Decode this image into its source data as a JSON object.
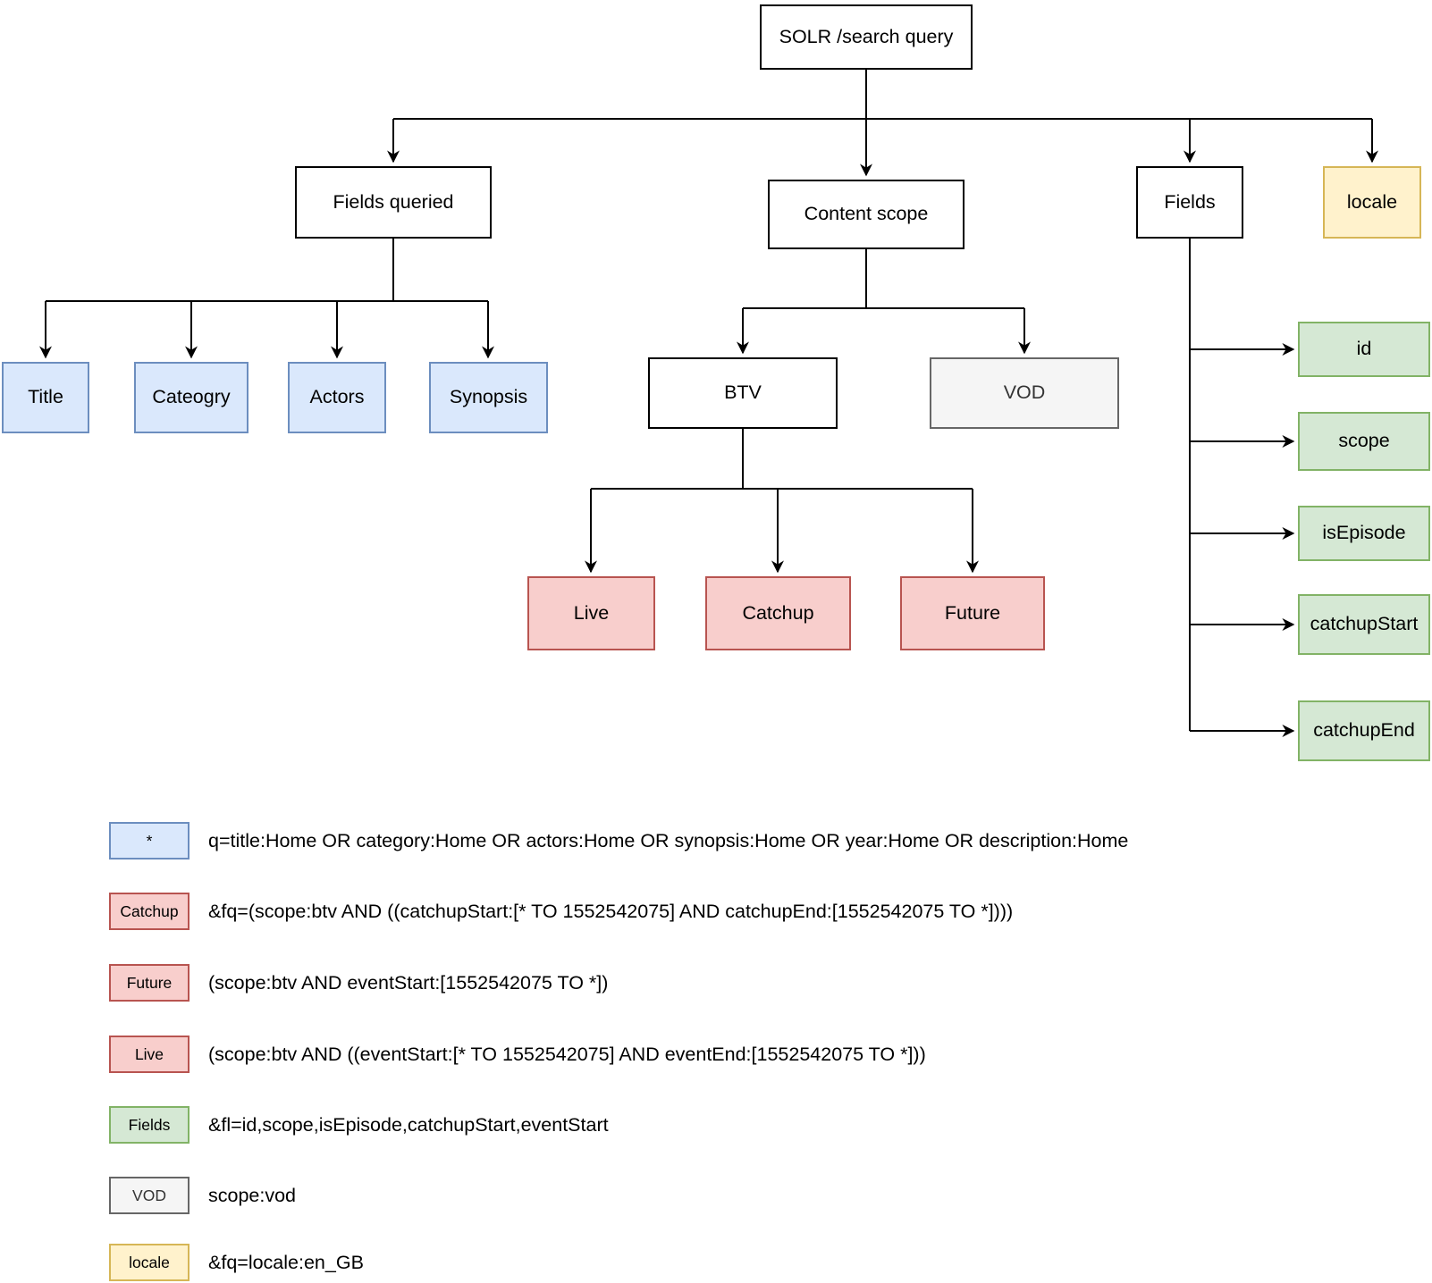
{
  "diagram": {
    "root": {
      "label": "SOLR /search query"
    },
    "branches": {
      "fields_queried": {
        "label": "Fields queried"
      },
      "content_scope": {
        "label": "Content scope"
      },
      "fields": {
        "label": "Fields"
      },
      "locale": {
        "label": "locale"
      }
    },
    "queried_fields": [
      {
        "label": "Title"
      },
      {
        "label": "Cateogry"
      },
      {
        "label": "Actors"
      },
      {
        "label": "Synopsis"
      }
    ],
    "scopes": {
      "btv": {
        "label": "BTV"
      },
      "vod": {
        "label": "VOD"
      }
    },
    "btv_modes": [
      {
        "label": "Live"
      },
      {
        "label": "Catchup"
      },
      {
        "label": "Future"
      }
    ],
    "returned_fields": [
      {
        "label": "id"
      },
      {
        "label": "scope"
      },
      {
        "label": "isEpisode"
      },
      {
        "label": "catchupStart"
      },
      {
        "label": "catchupEnd"
      }
    ]
  },
  "legend": {
    "rows": [
      {
        "swatch_label": "*",
        "swatch_type": "blue",
        "text": "q=title:Home OR category:Home OR actors:Home OR synopsis:Home OR year:Home OR description:Home"
      },
      {
        "swatch_label": "Catchup",
        "swatch_type": "pink",
        "text": "&fq=(scope:btv AND ((catchupStart:[* TO 1552542075] AND catchupEnd:[1552542075 TO *])))"
      },
      {
        "swatch_label": "Future",
        "swatch_type": "pink",
        "text": "(scope:btv AND eventStart:[1552542075 TO *])"
      },
      {
        "swatch_label": "Live",
        "swatch_type": "pink",
        "text": "(scope:btv AND ((eventStart:[* TO 1552542075] AND eventEnd:[1552542075 TO *]))"
      },
      {
        "swatch_label": "Fields",
        "swatch_type": "green",
        "text": "&fl=id,scope,isEpisode,catchupStart,eventStart"
      },
      {
        "swatch_label": "VOD",
        "swatch_type": "gray",
        "text": "scope:vod"
      },
      {
        "swatch_label": "locale",
        "swatch_type": "yellow",
        "text": "&fq=locale:en_GB"
      }
    ]
  },
  "colors": {
    "blue_fill": "#dae8fc",
    "blue_border": "#6c8ebf",
    "pink_fill": "#f8cecc",
    "pink_border": "#b85450",
    "green_fill": "#d5e8d4",
    "green_border": "#82b366",
    "yellow_fill": "#fff2cc",
    "yellow_border": "#d6b656",
    "gray_fill": "#f5f5f5",
    "gray_border": "#666666",
    "gray_text": "#333333",
    "line": "#000000"
  }
}
